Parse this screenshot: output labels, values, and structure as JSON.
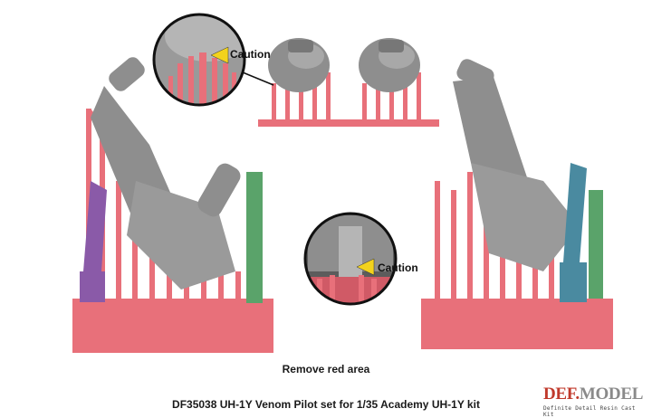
{
  "callouts": {
    "caution_top": "Caution",
    "caution_center": "Caution"
  },
  "captions": {
    "remove": "Remove red area",
    "title": "DF35038 UH-1Y Venom Pilot set for 1/35 Academy UH-1Y kit"
  },
  "logo": {
    "def": "DEF.",
    "model": "MODEL",
    "tagline": "Definite Detail Resin Cast Kit"
  },
  "colors": {
    "support_red": "#e8707a",
    "resin_gray": "#8e8e8e",
    "part_purple": "#8a5aa8",
    "part_green": "#5aa36a",
    "part_teal": "#4a8aa0",
    "caution_yellow": "#f2d21c"
  }
}
